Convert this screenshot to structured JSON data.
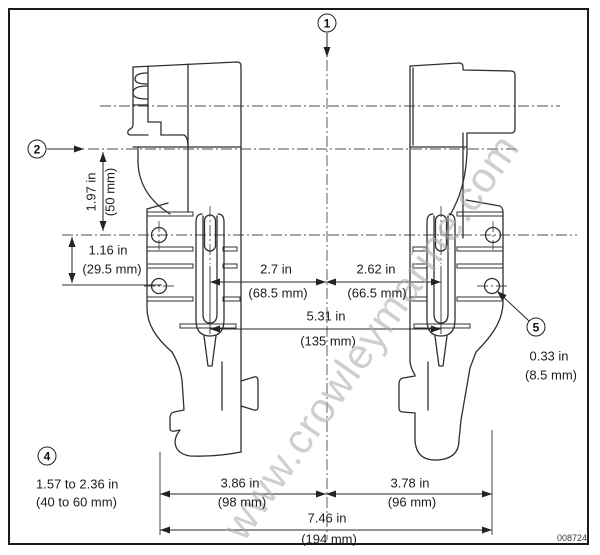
{
  "drawing": {
    "watermark": "www.crowleymarine.com",
    "part_number": "008724"
  },
  "callouts": {
    "c1": "1",
    "c2": "2",
    "c4": "4",
    "c5": "5"
  },
  "dimensions": {
    "clamp_height": {
      "in": "1.97 in",
      "mm": "(50 mm)"
    },
    "bracket_height": {
      "in": "1.16 in",
      "mm": "(29.5 mm)"
    },
    "left_screw_to_center": {
      "in": "2.7 in",
      "mm": "(68.5 mm)"
    },
    "center_to_right_screw": {
      "in": "2.62 in",
      "mm": "(66.5 mm)"
    },
    "screw_spacing": {
      "in": "5.31 in",
      "mm": "(135 mm)"
    },
    "hole_diameter": {
      "in": "0.33 in",
      "mm": "(8.5 mm)"
    },
    "transom_thickness": {
      "in": "1.57 to 2.36 in",
      "mm": "(40 to 60 mm)"
    },
    "center_to_left_edge": {
      "in": "3.86 in",
      "mm": "(98 mm)"
    },
    "center_to_right_edge": {
      "in": "3.78 in",
      "mm": "(96 mm)"
    },
    "overall_width": {
      "in": "7.46 in",
      "mm": "(194 mm)"
    }
  }
}
